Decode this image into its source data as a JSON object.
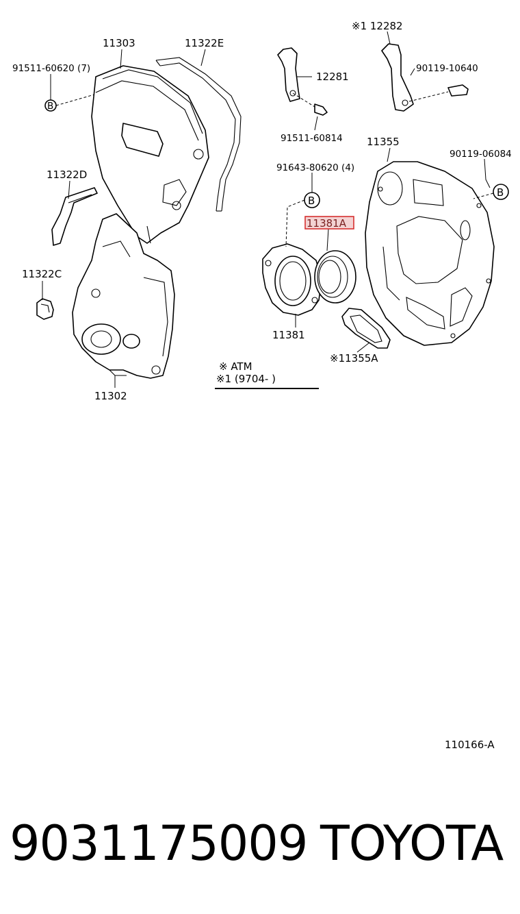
{
  "diagram": {
    "callouts": {
      "c11303": "11303",
      "c11322E": "11322E",
      "c91511_60620": "91511-60620 (7)",
      "c11322D": "11322D",
      "c11322C": "11322C",
      "c11302": "11302",
      "c12282": "※1 12282",
      "c12281": "12281",
      "c90119_10640": "90119-10640",
      "c91511_60814": "91511-60814",
      "c11355": "11355",
      "c90119_06084": "90119-06084",
      "c91643_80620": "91643-80620 (4)",
      "c11381A": "11381A",
      "c11381": "11381",
      "c11355A": "※11355A"
    },
    "ref_marker": "B",
    "note": {
      "line1": "※  ATM",
      "line2": "※1 (9704-         )"
    },
    "diagram_code": "110166-A",
    "highlighted_part": "11381A"
  },
  "footer": {
    "part_number": "9031175009",
    "brand": "TOYOTA"
  }
}
